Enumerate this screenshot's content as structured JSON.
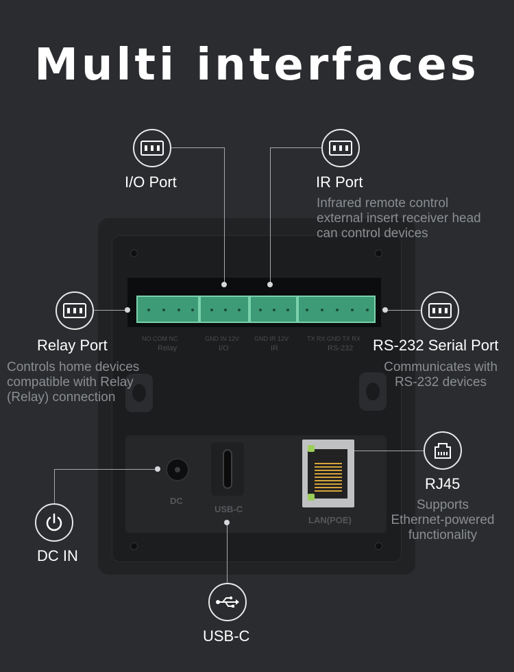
{
  "title": "Multi interfaces",
  "callouts": {
    "io_port": {
      "label": "I/O Port",
      "icon": "terminal-connector-icon"
    },
    "ir_port": {
      "label": "IR Port",
      "icon": "terminal-connector-icon",
      "desc": [
        "Infrared remote control",
        "external insert receiver head",
        "can control devices"
      ]
    },
    "relay_port": {
      "label": "Relay Port",
      "icon": "terminal-connector-icon",
      "desc": [
        "Controls home devices",
        "compatible with Relay",
        "(Relay) connection"
      ]
    },
    "rs232_port": {
      "label": "RS-232 Serial Port",
      "icon": "terminal-connector-icon",
      "desc": [
        "Communicates with",
        "RS-232 devices"
      ]
    },
    "rj45": {
      "label": "RJ45",
      "icon": "ethernet-port-icon",
      "desc": [
        "Supports",
        "Ethernet-powered",
        "functionality"
      ]
    },
    "dc_in": {
      "label": "DC IN",
      "icon": "power-icon"
    },
    "usb_c": {
      "label": "USB-C",
      "icon": "usb-icon"
    }
  },
  "device": {
    "silkscreen": {
      "relay_pins": "NO  COM  NC",
      "relay": "Relay",
      "io_pins": "GND IN  12V",
      "io": "I/O",
      "ir_pins": "GND  IR  12V",
      "ir": "IR",
      "rs232_pins": "TX  RX  GND  TX  RX",
      "rs232": "RS-232"
    },
    "dc_label": "DC",
    "usbc_label": "USB-C",
    "lan_label": "LAN(POE)"
  },
  "colors": {
    "background": "#2a2c2f",
    "terminal_green": "#3d9b77",
    "description_gray": "#8b8e92"
  }
}
